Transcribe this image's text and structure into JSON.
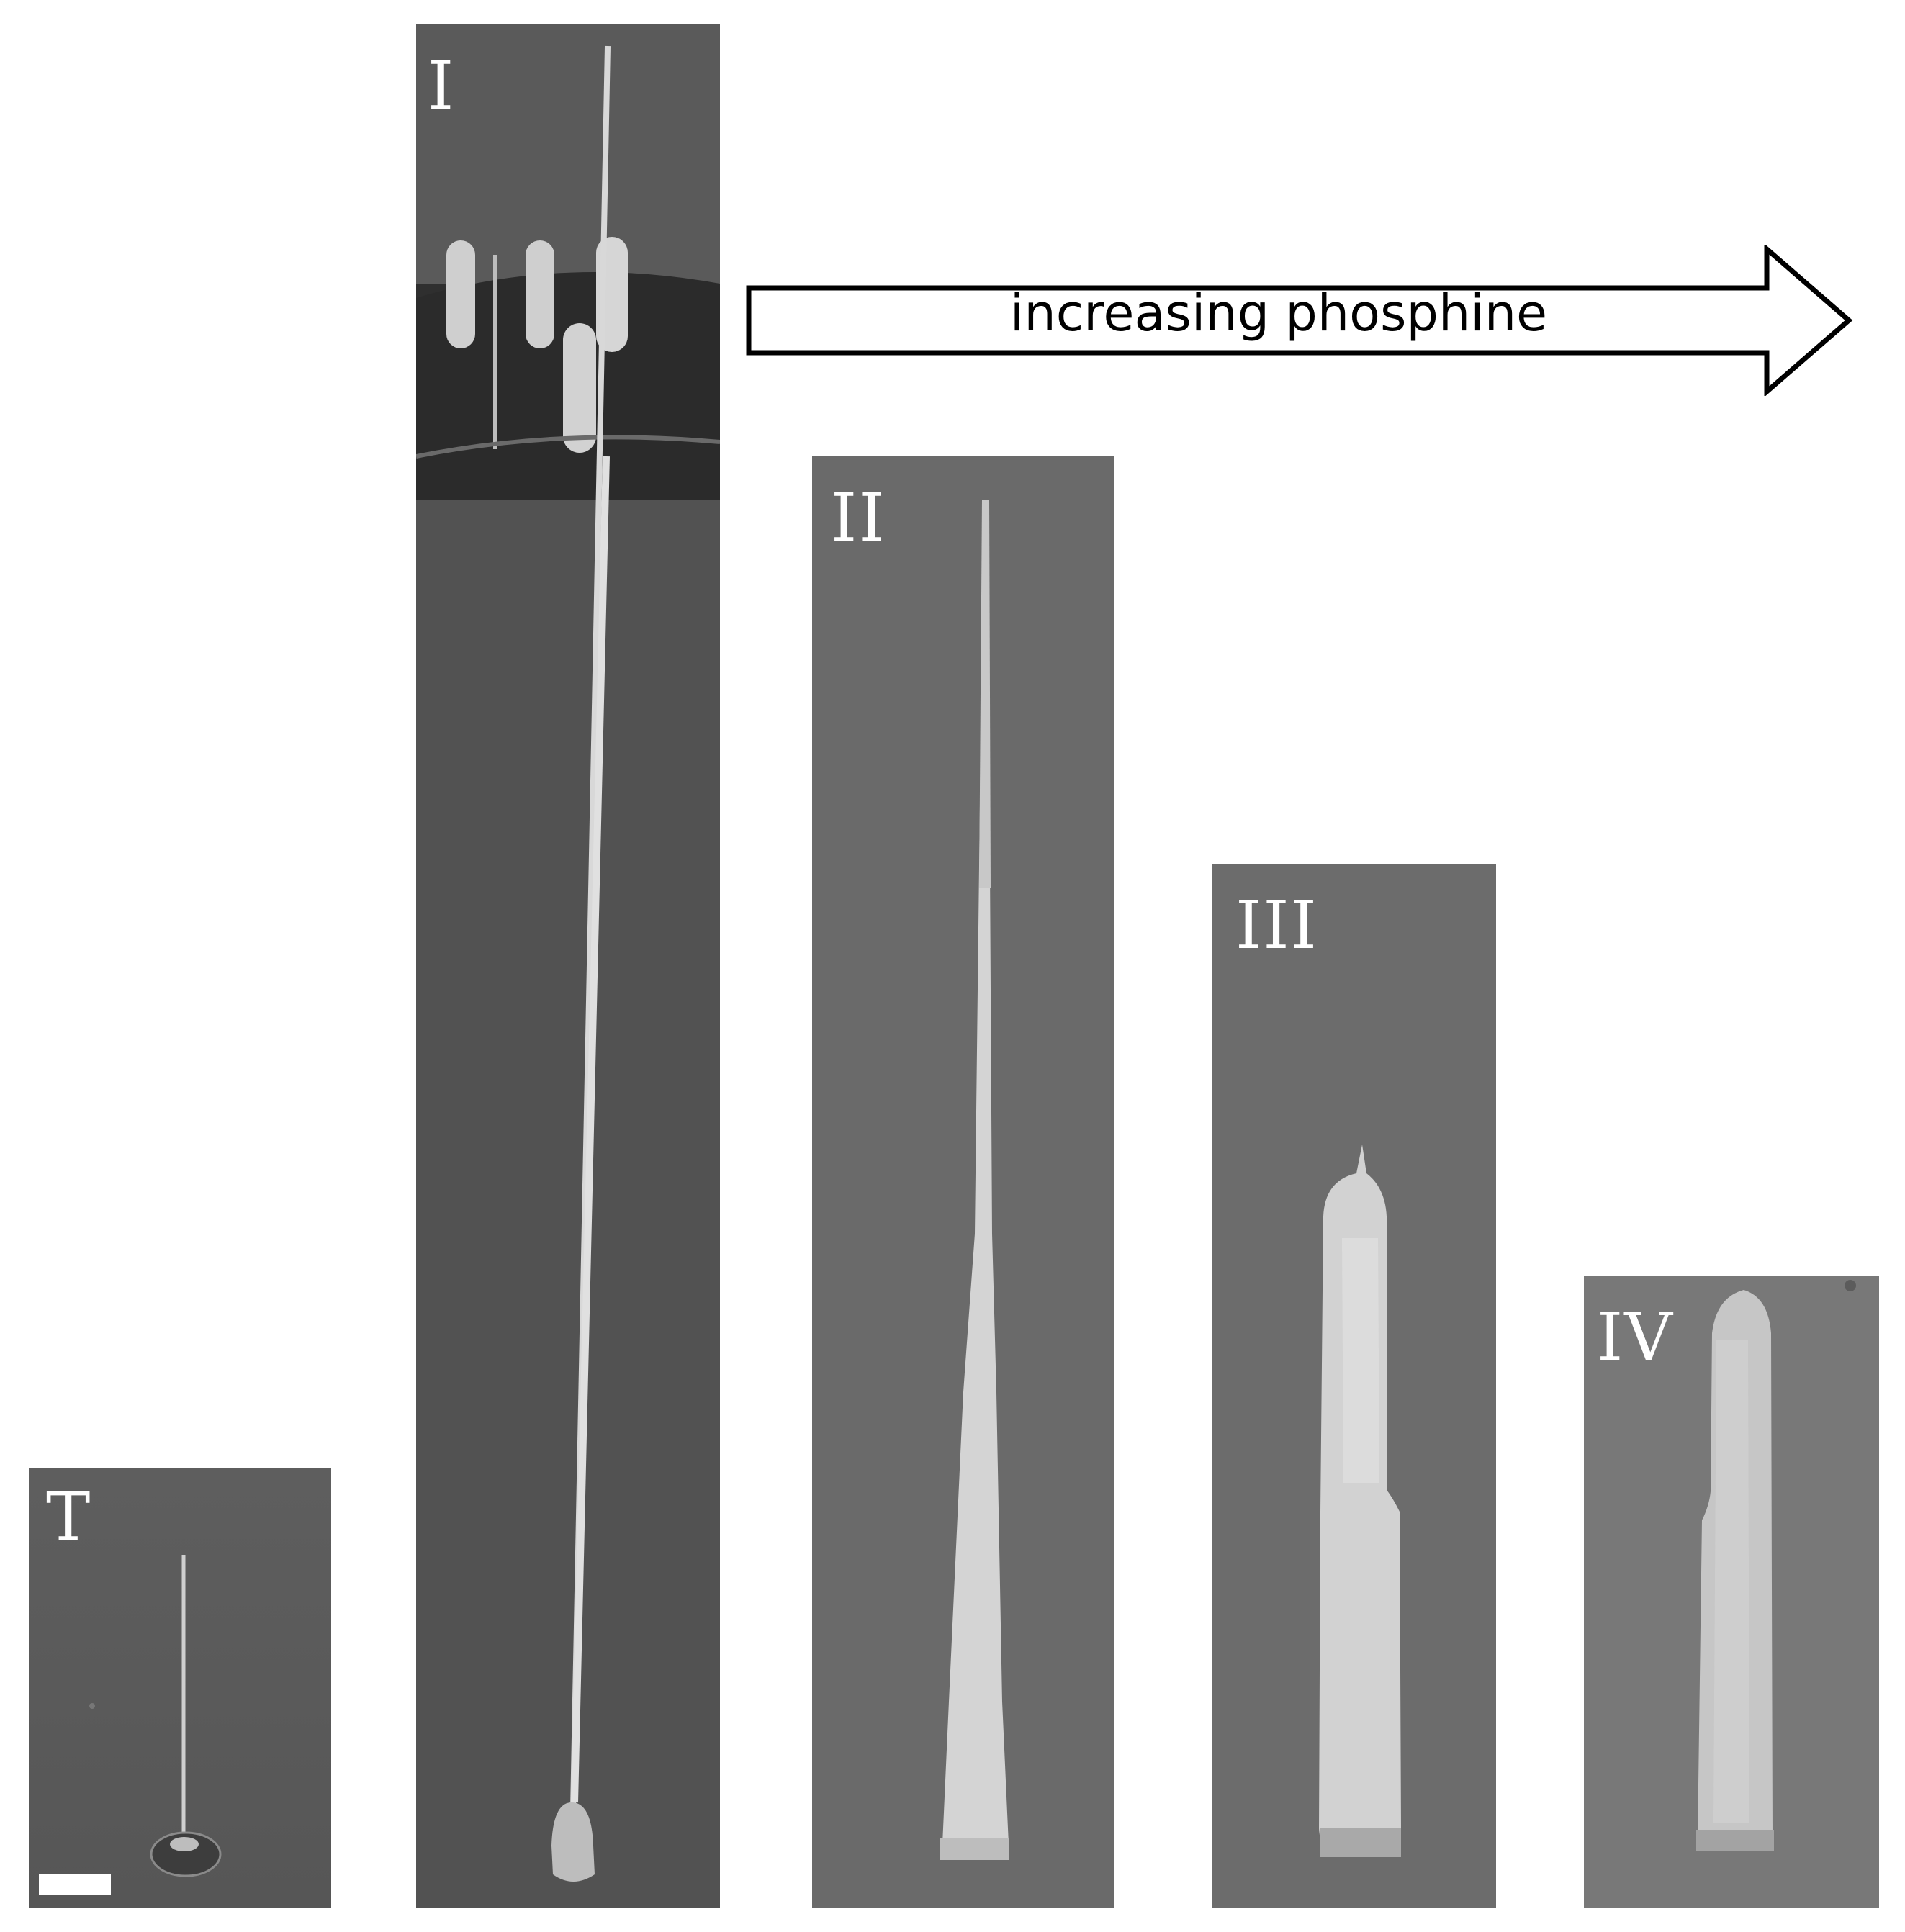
{
  "figure": {
    "panels": [
      {
        "id": "T",
        "label": "T"
      },
      {
        "id": "I",
        "label": "I"
      },
      {
        "id": "II",
        "label": "II"
      },
      {
        "id": "III",
        "label": "III"
      },
      {
        "id": "IV",
        "label": "IV"
      }
    ],
    "arrow_text": "increasing phosphine",
    "colors": {
      "background": "#ffffff",
      "sem_dark": "#4f4f4f",
      "sem_mid": "#6b6b6b",
      "wire": "#c9c9c9",
      "label": "#ffffff",
      "arrow_stroke": "#000000"
    }
  }
}
